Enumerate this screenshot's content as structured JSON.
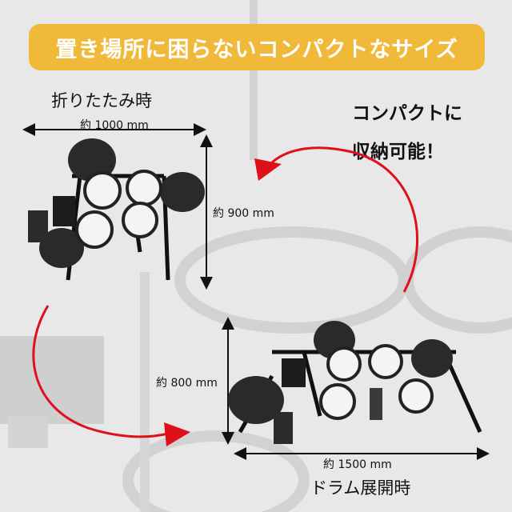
{
  "banner": {
    "text": "置き場所に困らないコンパクトなサイズ"
  },
  "folded": {
    "title": "折りたたみ時",
    "width_label": "約 1000 mm",
    "height_label": "約 900 mm"
  },
  "expanded": {
    "title": "ドラム展開時",
    "width_label": "約 1500 mm",
    "height_label": "約 800 mm"
  },
  "callout": {
    "line1": "コンパクトに",
    "line2": "収納可能！"
  },
  "colors": {
    "banner": "#f0b93a",
    "arrow_red": "#e0101a"
  }
}
